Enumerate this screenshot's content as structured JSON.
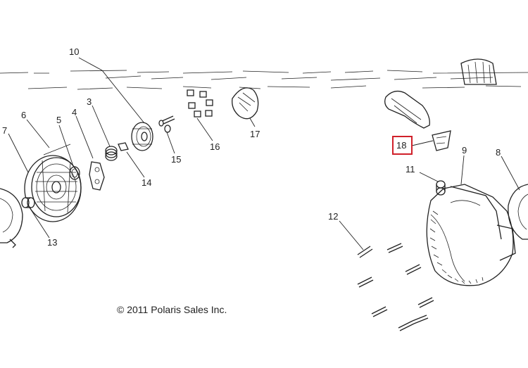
{
  "callouts": {
    "c3": "3",
    "c4": "4",
    "c5": "5",
    "c6": "6",
    "c7": "7",
    "c8": "8",
    "c9": "9",
    "c10": "10",
    "c11": "11",
    "c12": "12",
    "c13": "13",
    "c14": "14",
    "c15": "15",
    "c16": "16",
    "c17": "17",
    "c18": "18"
  },
  "copyright": "© 2011 Polaris Sales Inc.",
  "colors": {
    "line": "#222222",
    "highlight": "#d0202a",
    "background": "#ffffff"
  }
}
